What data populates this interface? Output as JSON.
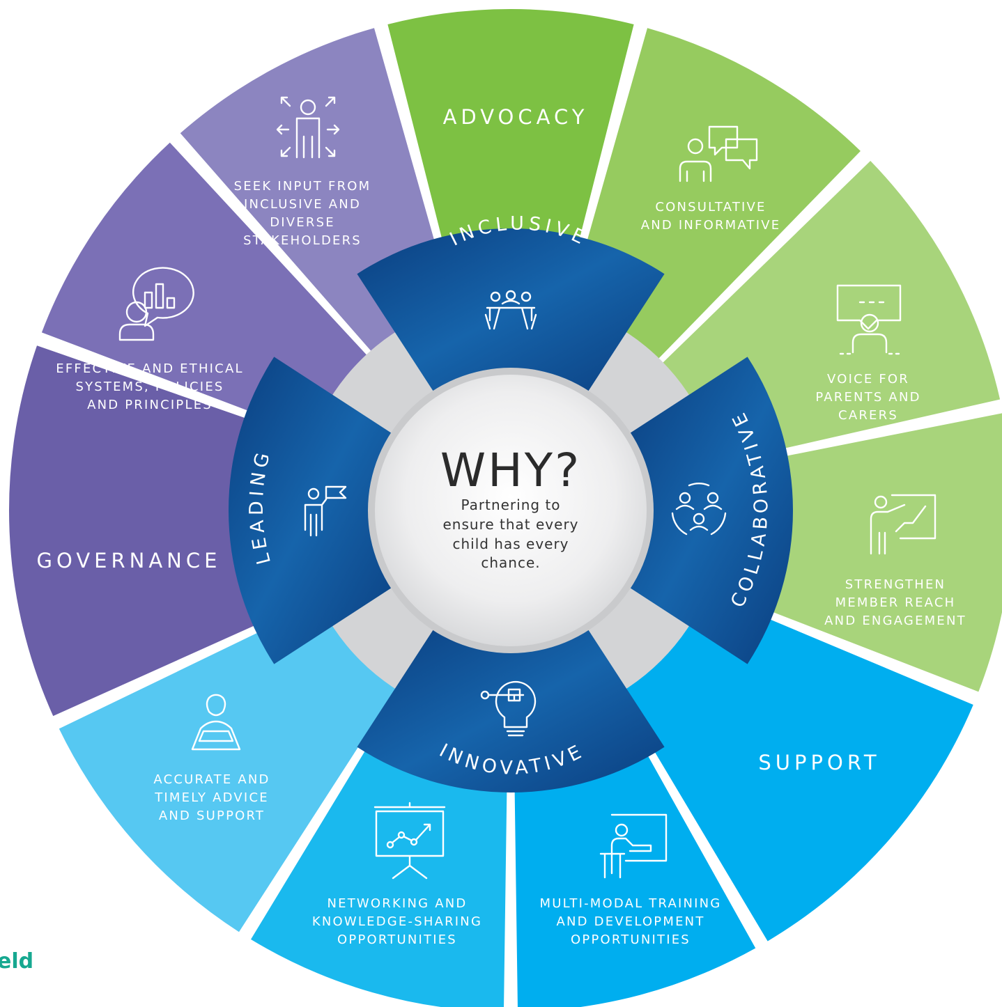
{
  "center": {
    "title": "WHY?",
    "tagline": [
      "Partnering to",
      "ensure that every",
      "child has every",
      "chance."
    ]
  },
  "ring": {
    "inclusive": "INCLUSIVE",
    "collaborative": "COLLABORATIVE",
    "innovative": "INNOVATIVE",
    "leading": "LEADING"
  },
  "categories": {
    "advocacy": "ADVOCACY",
    "governance": "GOVERNANCE",
    "support": "SUPPORT"
  },
  "segments": {
    "consultative": [
      "CONSULTATIVE",
      "AND INFORMATIVE"
    ],
    "voice": [
      "VOICE FOR",
      "PARENTS AND",
      "CARERS"
    ],
    "strengthen": [
      "STRENGTHEN",
      "MEMBER REACH",
      "AND ENGAGEMENT"
    ],
    "training": [
      "MULTI-MODAL TRAINING",
      "AND DEVELOPMENT",
      "OPPORTUNITIES"
    ],
    "networking": [
      "NETWORKING AND",
      "KNOWLEDGE-SHARING",
      "OPPORTUNITIES"
    ],
    "advice": [
      "ACCURATE AND",
      "TIMELY ADVICE",
      "AND SUPPORT"
    ],
    "systems": [
      "EFFECTIVE AND ETHICAL",
      "SYSTEMS, POLICIES",
      "AND PRINCIPLES"
    ],
    "stakeholders": [
      "SEEK INPUT FROM",
      "INCLUSIVE AND",
      "DIVERSE",
      "STAKEHOLDERS"
    ]
  },
  "corner_text": "eld",
  "colors": {
    "advocacy_green": "#7dc143",
    "mid_green": "#96cb5f",
    "light_green": "#a8d47b",
    "support_blue": "#00aeef",
    "light_blue": "#56c8f2",
    "sky_blue": "#1ab9ee",
    "governance_purple": "#6a5fa8",
    "purple": "#7b70b6",
    "lavender": "#8c85c0",
    "ring_blue": "#0e4f92",
    "ring_grey": "#d3d4d6"
  }
}
